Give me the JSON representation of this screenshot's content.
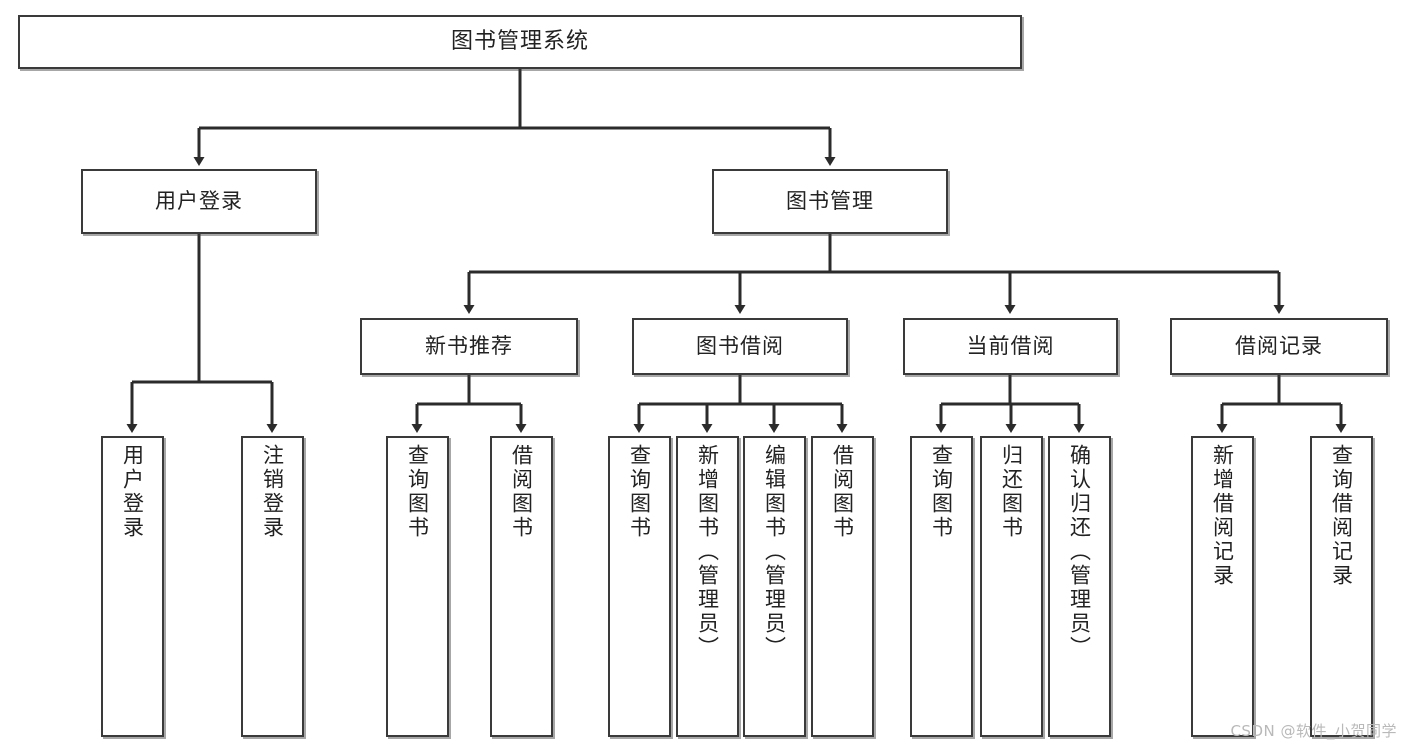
{
  "diagram": {
    "title": "图书管理系统",
    "type": "tree",
    "colors": {
      "box_border": "#3a3a3a",
      "box_fill": "#ffffff",
      "edge": "#2b2b2b",
      "text": "#222222",
      "watermark": "#b9b9b9"
    },
    "nodes": {
      "root": {
        "label": "图书管理系统"
      },
      "tier1": [
        {
          "id": "user-login",
          "label": "用户登录"
        },
        {
          "id": "book-manage",
          "label": "图书管理"
        }
      ],
      "tier2": [
        {
          "id": "new-book-recommend",
          "label": "新书推荐"
        },
        {
          "id": "book-borrow",
          "label": "图书借阅"
        },
        {
          "id": "current-borrow",
          "label": "当前借阅"
        },
        {
          "id": "borrow-record",
          "label": "借阅记录"
        }
      ],
      "leaves": {
        "user-login": [
          {
            "id": "leaf-user-login",
            "label": "用户登录"
          },
          {
            "id": "leaf-logout-login",
            "label": "注销登录"
          }
        ],
        "new-book-recommend": [
          {
            "id": "leaf-query-book-1",
            "label": "查询图书"
          },
          {
            "id": "leaf-borrow-book-1",
            "label": "借阅图书"
          }
        ],
        "book-borrow": [
          {
            "id": "leaf-query-book-2",
            "label": "查询图书"
          },
          {
            "id": "leaf-add-book",
            "label": "新增图书（管理员）"
          },
          {
            "id": "leaf-edit-book",
            "label": "编辑图书（管理员）"
          },
          {
            "id": "leaf-borrow-book-2",
            "label": "借阅图书"
          }
        ],
        "current-borrow": [
          {
            "id": "leaf-query-book-3",
            "label": "查询图书"
          },
          {
            "id": "leaf-return-book",
            "label": "归还图书"
          },
          {
            "id": "leaf-confirm-return",
            "label": "确认归还（管理员）"
          }
        ],
        "borrow-record": [
          {
            "id": "leaf-add-record",
            "label": "新增借阅记录"
          },
          {
            "id": "leaf-query-record",
            "label": "查询借阅记录"
          }
        ]
      }
    }
  },
  "watermark": {
    "text": "CSDN @软件_小贺同学"
  }
}
